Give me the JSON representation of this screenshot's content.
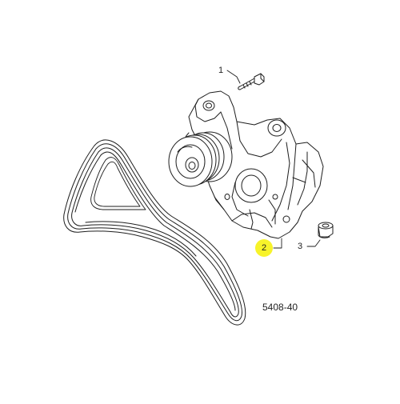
{
  "callouts": [
    {
      "number": "1",
      "part": "bolt"
    },
    {
      "number": "2",
      "part": "tensioner-bracket-assembly",
      "highlighted": true
    },
    {
      "number": "3",
      "part": "spacer-bushing"
    }
  ],
  "drawing_id": "5408-40",
  "colors": {
    "line": "#1e1e1e",
    "highlight": "#f7f32a",
    "background": "#ffffff"
  }
}
